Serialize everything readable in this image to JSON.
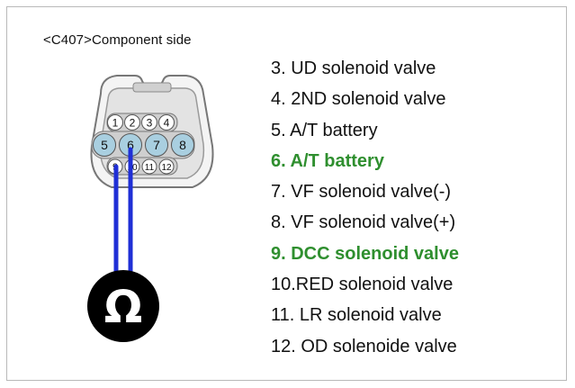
{
  "connector_title": "<C407>Component side",
  "pins": [
    {
      "label": "3. UD solenoid valve",
      "highlight": false
    },
    {
      "label": "4. 2ND solenoid valve",
      "highlight": false
    },
    {
      "label": "5. A/T battery",
      "highlight": false
    },
    {
      "label": "6. A/T battery",
      "highlight": true
    },
    {
      "label": "7. VF solenoid valve(-)",
      "highlight": false
    },
    {
      "label": "8. VF solenoid valve(+)",
      "highlight": false
    },
    {
      "label": "9. DCC solenoid valve",
      "highlight": true
    },
    {
      "label": "10.RED solenoid valve",
      "highlight": false
    },
    {
      "label": "11. LR solenoid valve",
      "highlight": false
    },
    {
      "label": "12. OD solenoide valve",
      "highlight": false
    }
  ],
  "connector_pins": {
    "top_row": [
      "1",
      "2",
      "3",
      "4"
    ],
    "middle_row": [
      "5",
      "6",
      "7",
      "8"
    ],
    "bottom_row": [
      "9",
      "10",
      "11",
      "12"
    ]
  },
  "meter_symbol": "Ω",
  "colors": {
    "highlight_text": "#2f8f2f",
    "wire": "#1f2fd6",
    "pin_fill": "#a9cfe0",
    "meter_fill": "#000000"
  },
  "icons": {
    "meter": "ohmmeter-icon"
  }
}
